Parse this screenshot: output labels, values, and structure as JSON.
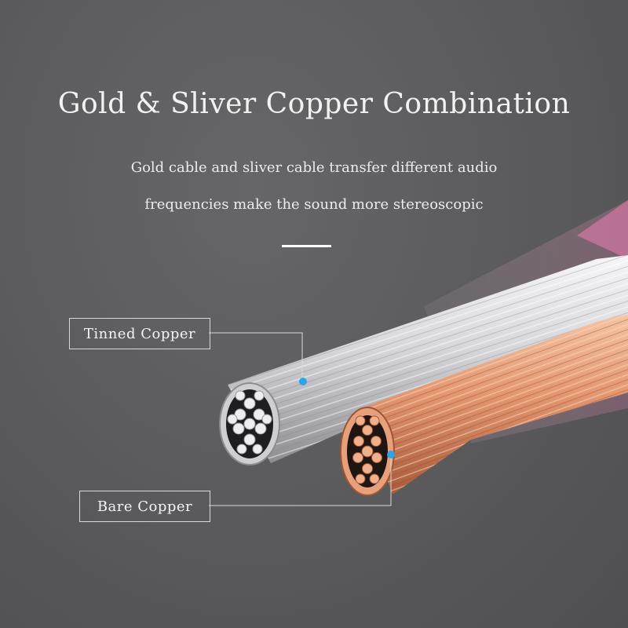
{
  "title": "Gold & Sliver Copper Combination",
  "subtitle_line1": "Gold cable and sliver cable transfer different audio",
  "subtitle_line2": "frequencies make the sound more stereoscopic",
  "labels": {
    "tinned": "Tinned Copper",
    "bare": "Bare Copper"
  },
  "colors": {
    "background": "#5b5b5d",
    "tinned_copper": "#e6e6ea",
    "bare_copper": "#e7a07a",
    "marker": "#2aa6e8",
    "sleeve_tint": "#c8759c"
  }
}
